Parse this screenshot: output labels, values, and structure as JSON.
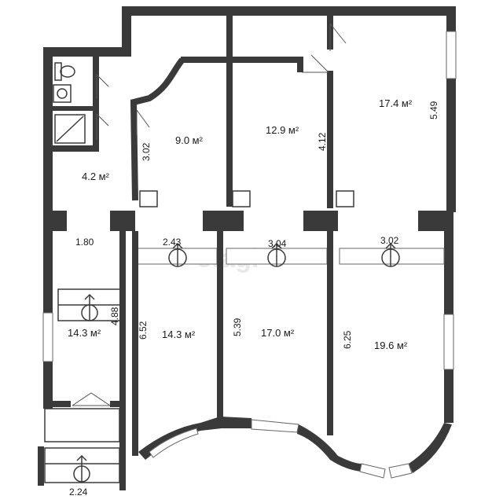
{
  "watermark": "etagi",
  "rooms": [
    {
      "id": "bath",
      "area": "4.2 м²"
    },
    {
      "id": "room-9",
      "area": "9.0 м²"
    },
    {
      "id": "room-12",
      "area": "12.9 м²"
    },
    {
      "id": "room-17-4",
      "area": "17.4 м²"
    },
    {
      "id": "corridor",
      "area": "14.3 м²"
    },
    {
      "id": "room-14",
      "area": "14.3 м²"
    },
    {
      "id": "room-17",
      "area": "17.0 м²"
    },
    {
      "id": "room-19",
      "area": "19.6 м²"
    }
  ],
  "dimensions": {
    "d_302a": "3.02",
    "d_412": "4.12",
    "d_549": "5.49",
    "d_180": "1.80",
    "d_243": "2.43",
    "d_304": "3.04",
    "d_302b": "3.02",
    "d_488": "4.88",
    "d_652": "6.52",
    "d_539": "5.39",
    "d_625": "6.25",
    "d_224": "2.24"
  },
  "icons": {
    "toilet": "toilet-icon",
    "sink": "sink-icon",
    "shower": "shower-icon",
    "stairs": "staircase-icon"
  }
}
